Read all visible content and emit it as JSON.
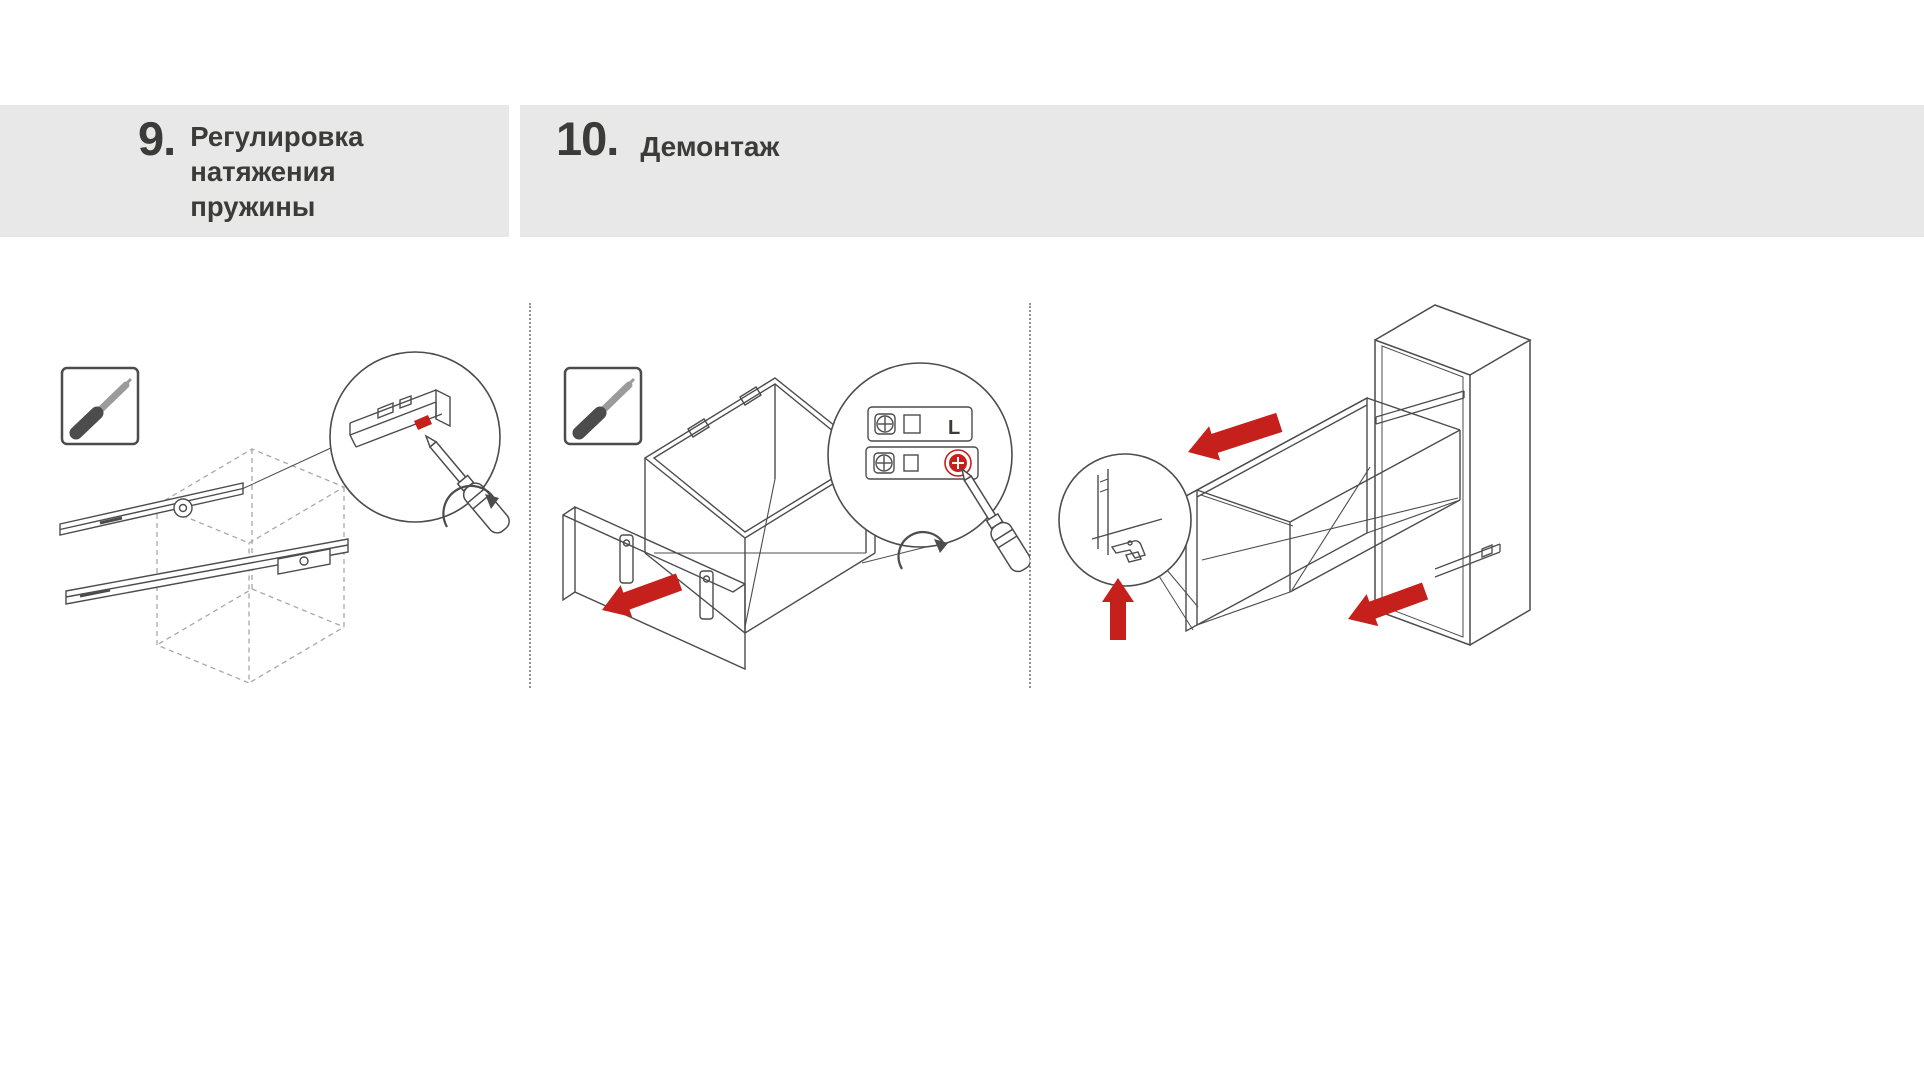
{
  "header": {
    "step9": {
      "number": "9.",
      "title_lines": [
        "Регулировка",
        "натяжения",
        "пружины"
      ]
    },
    "step10": {
      "number": "10.",
      "title": "Демонтаж"
    }
  },
  "diagram_labels": {
    "slide_marking": "L"
  },
  "colors": {
    "band_background": "#e8e8e8",
    "heading_text": "#3b3b3a",
    "line_art": "#4c4c4c",
    "dashed_guide": "#a8a8a8",
    "accent_red": "#c5201c"
  }
}
